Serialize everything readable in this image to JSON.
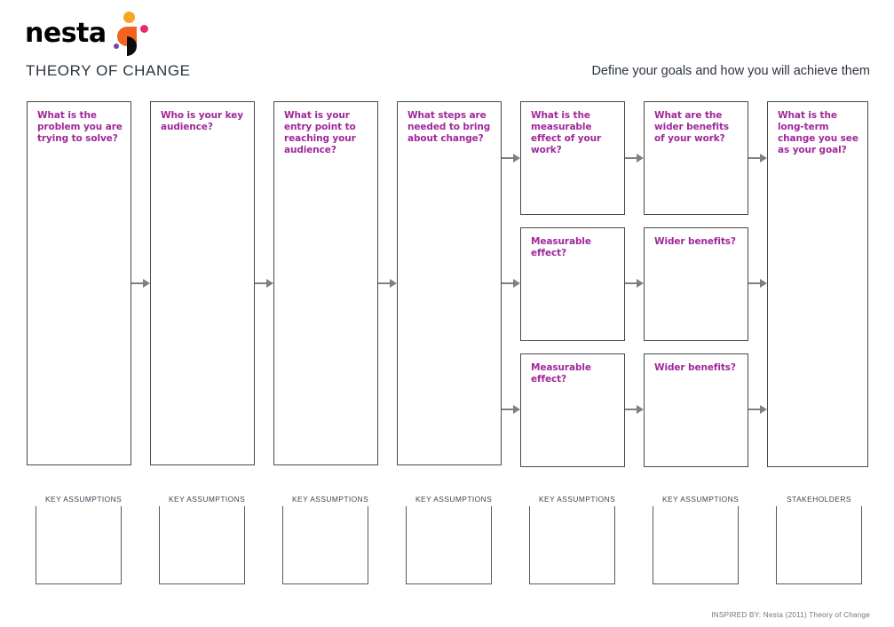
{
  "brand": {
    "name": "nesta",
    "colors": {
      "amber": "#F5A623",
      "pink": "#E52B6E",
      "purple_dot": "#7B3FA0",
      "orange": "#F1631F",
      "black": "#0B0B0B",
      "label_purple": "#A0289A",
      "ink": "#2B3340",
      "arrow_gray": "#808080",
      "box_border": "#4A4A4A"
    }
  },
  "header": {
    "title": "THEORY OF CHANGE",
    "subtitle": "Define your goals and how you will achieve them"
  },
  "columns": [
    {
      "id": "problem",
      "prompt": "What is the problem you are trying to solve?",
      "bottom_label": "KEY ASSUMPTIONS",
      "bottom_align": "left",
      "split": false
    },
    {
      "id": "audience",
      "prompt": "Who is your key audience?",
      "bottom_label": "KEY ASSUMPTIONS",
      "bottom_align": "left",
      "split": false
    },
    {
      "id": "entry-point",
      "prompt": "What is your entry point to reaching your audience?",
      "bottom_label": "KEY ASSUMPTIONS",
      "bottom_align": "left",
      "split": false
    },
    {
      "id": "steps",
      "prompt": "What steps are needed to bring about change?",
      "bottom_label": "KEY ASSUMPTIONS",
      "bottom_align": "left",
      "split": false
    },
    {
      "id": "measurable-effect",
      "prompt": "What is the measurable effect of your work?",
      "extra_prompts": [
        "Measurable effect?",
        "Measurable effect?"
      ],
      "bottom_label": "KEY ASSUMPTIONS",
      "bottom_align": "left",
      "split": true
    },
    {
      "id": "wider-benefits",
      "prompt": "What are the wider benefits of your work?",
      "extra_prompts": [
        "Wider benefits?",
        "Wider benefits?"
      ],
      "bottom_label": "KEY ASSUMPTIONS",
      "bottom_align": "left",
      "split": true
    },
    {
      "id": "long-term-change",
      "prompt": "What is the long-term change you see as your goal?",
      "bottom_label": "STAKEHOLDERS",
      "bottom_align": "center",
      "split": false
    }
  ],
  "footer": {
    "credit": "INSPIRED BY: Nesta (2011) Theory of Change"
  }
}
